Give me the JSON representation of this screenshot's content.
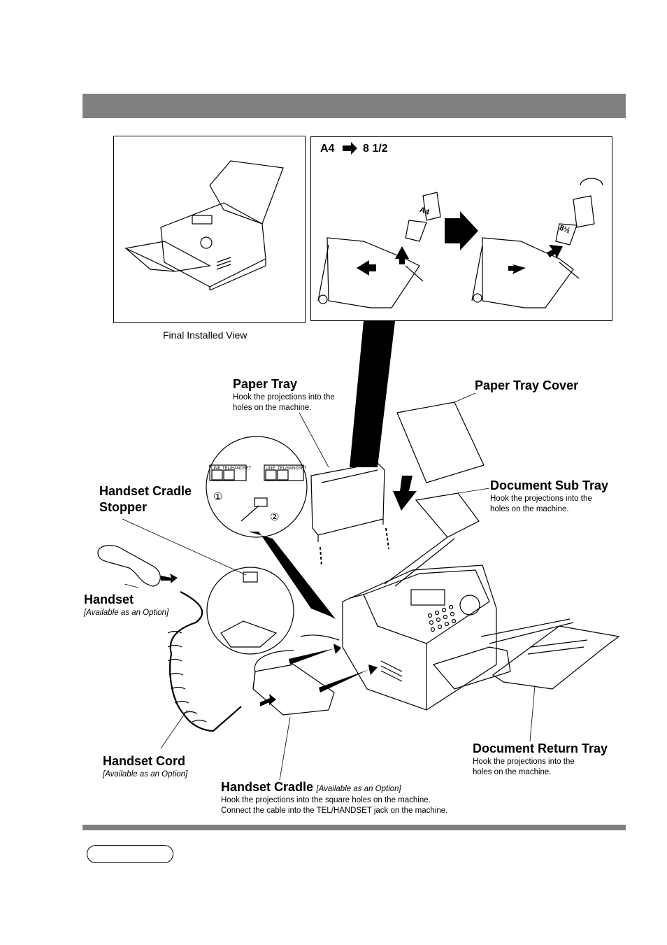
{
  "page": {
    "caption_final_view": "Final Installed View",
    "size_change": {
      "from": "A4",
      "to": "8 1/2"
    },
    "insert_labels": {
      "a4": "A4",
      "letter": "8½"
    },
    "jack_labels": {
      "line": "LINE",
      "tel": "TEL/HANDSET",
      "step1": "①",
      "step2": "②"
    }
  },
  "labels": {
    "paper_tray": {
      "title": "Paper Tray",
      "desc_line1": "Hook the projections into the",
      "desc_line2": "holes on the machine."
    },
    "paper_tray_cover": {
      "title": "Paper Tray Cover"
    },
    "document_sub_tray": {
      "title": "Document Sub Tray",
      "desc_line1": "Hook the projections into the",
      "desc_line2": "holes on the machine."
    },
    "handset_cradle_stopper": {
      "title_line1": "Handset Cradle",
      "title_line2": "Stopper"
    },
    "handset": {
      "title": "Handset",
      "note": "[Available as an Option]"
    },
    "handset_cord": {
      "title": "Handset Cord",
      "note": "[Available as an Option]"
    },
    "document_return_tray": {
      "title": "Document Return Tray",
      "desc_line1": "Hook the projections into the",
      "desc_line2": "holes on the machine."
    },
    "handset_cradle": {
      "title": "Handset Cradle",
      "note": "[Available as an Option]",
      "desc_line1": "Hook the projections into the square holes on the machine.",
      "desc_line2": "Connect the cable into the TEL/HANDSET jack on the machine."
    }
  },
  "colors": {
    "bar": "#808080",
    "line": "#000000"
  }
}
